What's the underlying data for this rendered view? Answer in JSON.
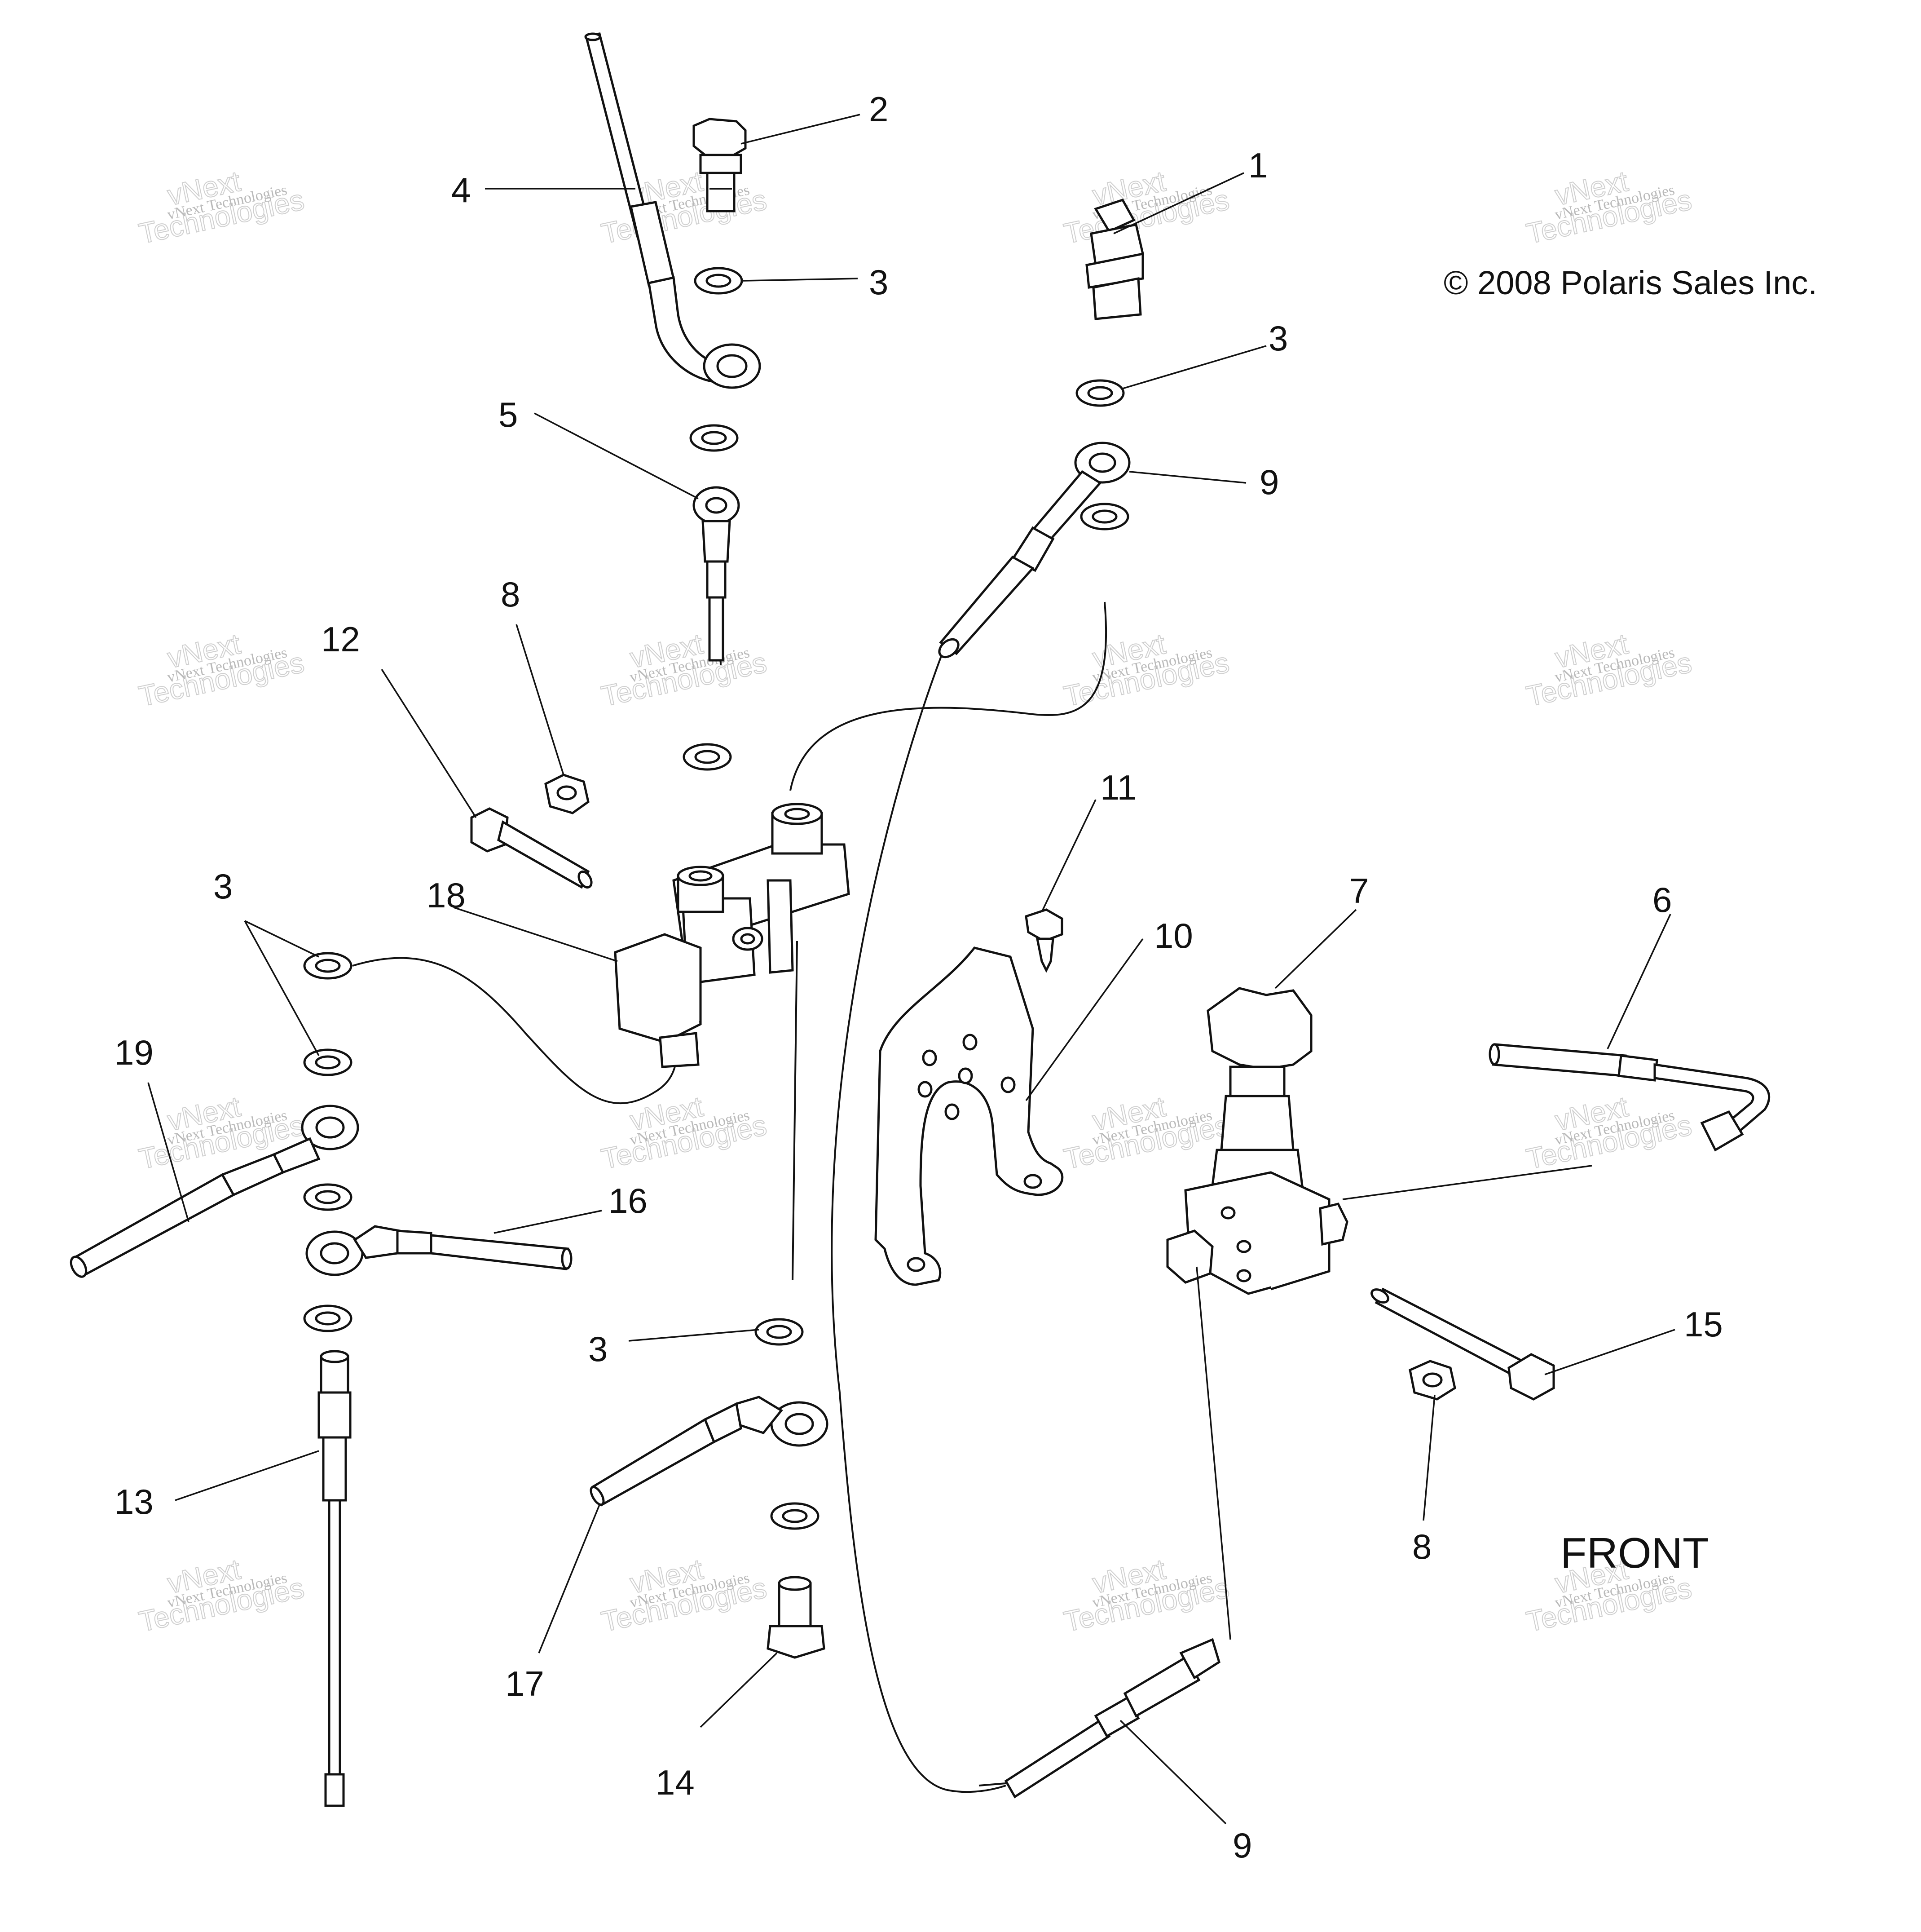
{
  "copyright": "© 2008 Polaris Sales Inc.",
  "orientation_label": "FRONT",
  "watermark": {
    "line1": "vNext Technologies",
    "line2": "vNext",
    "line3": "Technologies"
  },
  "callouts": [
    {
      "id": "c1",
      "label": "1"
    },
    {
      "id": "c2",
      "label": "2"
    },
    {
      "id": "c3a",
      "label": "3"
    },
    {
      "id": "c3b",
      "label": "3"
    },
    {
      "id": "c3c",
      "label": "3"
    },
    {
      "id": "c3d",
      "label": "3"
    },
    {
      "id": "c4",
      "label": "4"
    },
    {
      "id": "c5",
      "label": "5"
    },
    {
      "id": "c6",
      "label": "6"
    },
    {
      "id": "c7",
      "label": "7"
    },
    {
      "id": "c8a",
      "label": "8"
    },
    {
      "id": "c8b",
      "label": "8"
    },
    {
      "id": "c9a",
      "label": "9"
    },
    {
      "id": "c9b",
      "label": "9"
    },
    {
      "id": "c10",
      "label": "10"
    },
    {
      "id": "c11",
      "label": "11"
    },
    {
      "id": "c12",
      "label": "12"
    },
    {
      "id": "c13",
      "label": "13"
    },
    {
      "id": "c14",
      "label": "14"
    },
    {
      "id": "c15",
      "label": "15"
    },
    {
      "id": "c16",
      "label": "16"
    },
    {
      "id": "c17",
      "label": "17"
    },
    {
      "id": "c18",
      "label": "18"
    },
    {
      "id": "c19",
      "label": "19"
    }
  ],
  "colors": {
    "ink": "#111111",
    "watermark": "#bbbbbb",
    "background": "#ffffff"
  }
}
